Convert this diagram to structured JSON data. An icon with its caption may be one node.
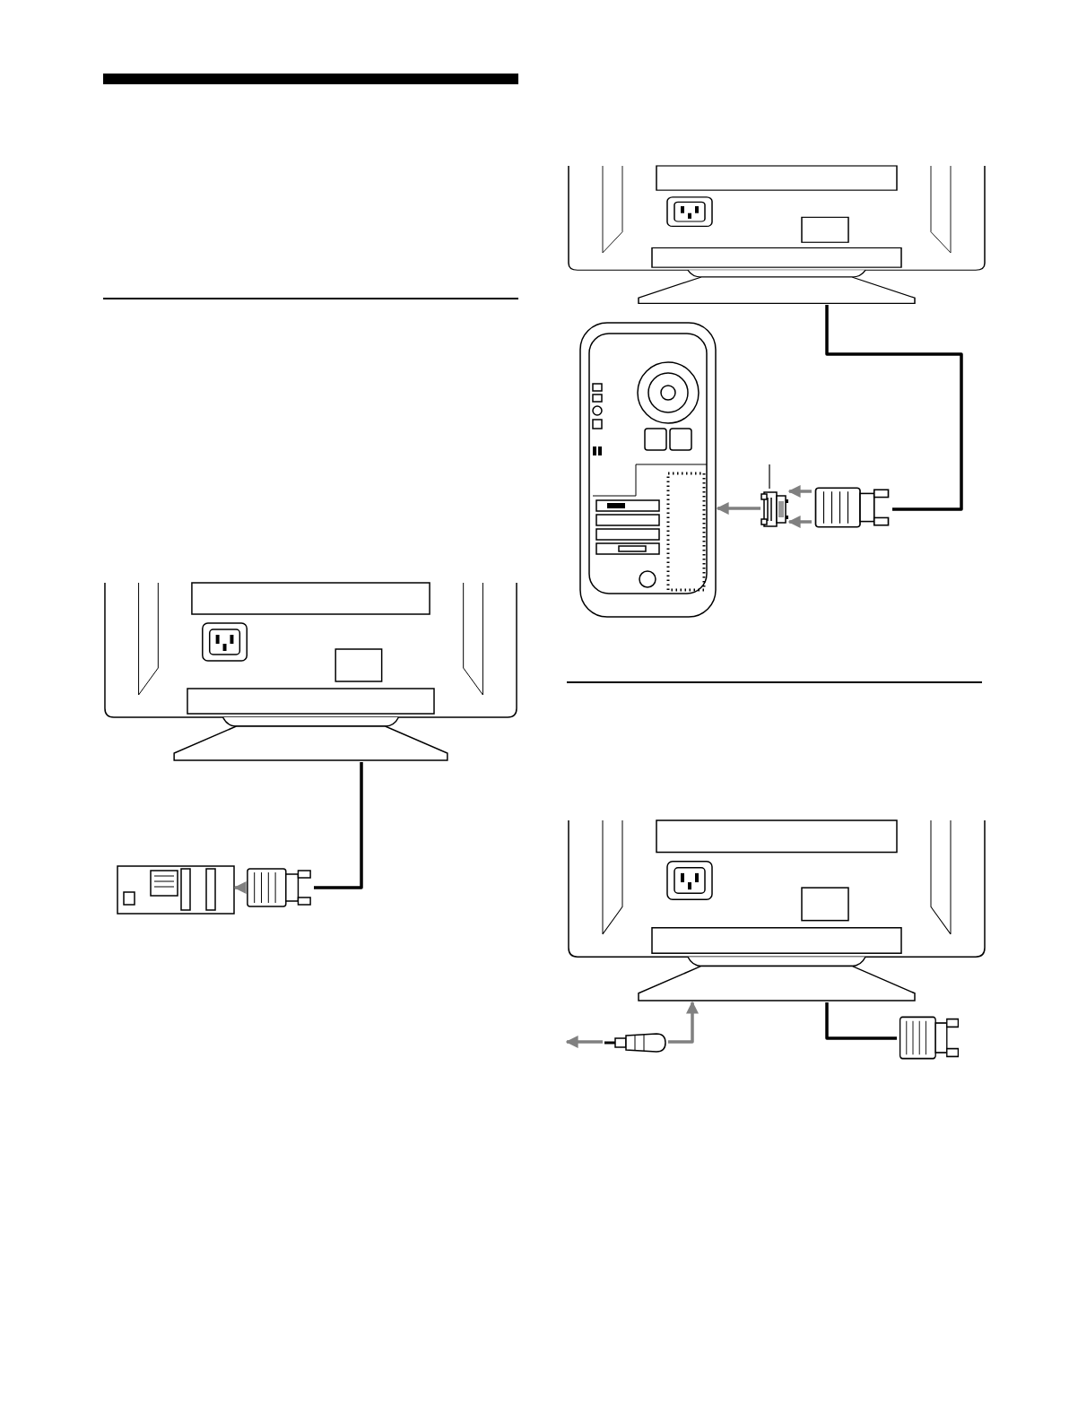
{
  "diagram": {
    "nodes": [
      {
        "text": [],
        "shape": "picture"
      },
      {
        "text": [],
        "shape": "picture"
      },
      {
        "text": [],
        "shape": "picture"
      },
      {
        "text": [],
        "shape": "picture"
      },
      {
        "text": [],
        "shape": "picture"
      },
      {
        "text": [],
        "shape": "picture"
      },
      {
        "text": [],
        "shape": "picture"
      },
      {
        "text": [],
        "shape": "picture"
      },
      {
        "text": [],
        "shape": "picture"
      },
      {
        "text": [],
        "shape": "picture"
      }
    ],
    "edges": [
      {
        "from": 0,
        "to": 2,
        "arrow": "none",
        "color": "#000000"
      },
      {
        "from": 2,
        "to": 1,
        "arrow": "to"
      },
      {
        "from": 3,
        "to": 6,
        "arrow": "none",
        "color": "#000000"
      },
      {
        "from": 5,
        "to": 4,
        "arrow": "to"
      },
      {
        "from": 6,
        "to": 5,
        "arrow": "to"
      },
      {
        "from": 6,
        "to": 5,
        "arrow": "to"
      },
      {
        "from": 5,
        "to": null,
        "arrow": "none",
        "color": "#000000"
      },
      {
        "from": 8,
        "to": 7,
        "arrow": "to"
      },
      {
        "from": 8,
        "to": null,
        "arrow": "to"
      },
      {
        "from": 7,
        "to": 9,
        "arrow": "none",
        "color": "#000000"
      }
    ]
  }
}
